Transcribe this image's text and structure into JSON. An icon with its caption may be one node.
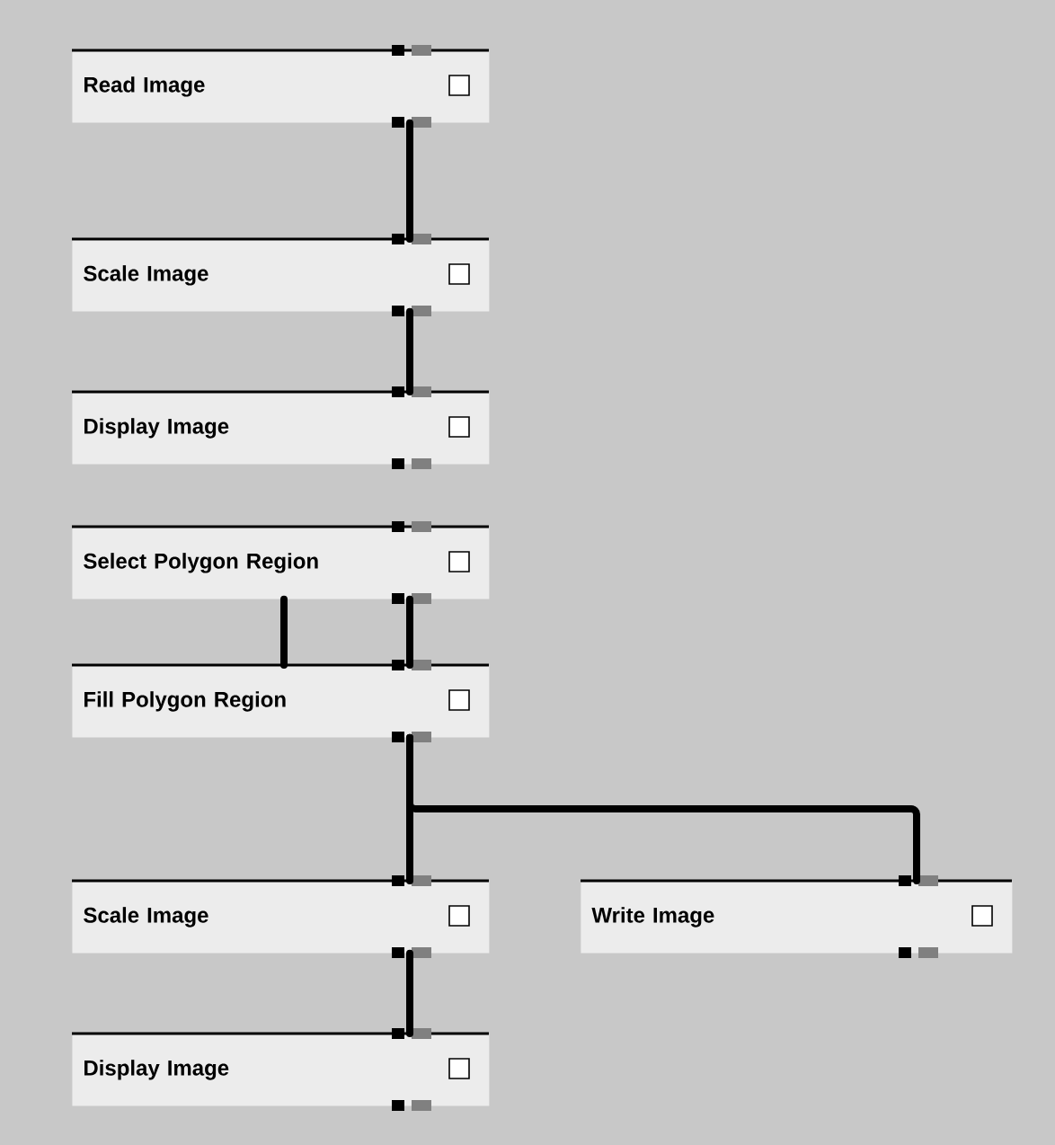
{
  "diagram": {
    "nodes": [
      {
        "text": [
          "Read Image"
        ]
      },
      {
        "text": [
          "Scale Image"
        ]
      },
      {
        "text": [
          "Display Image"
        ]
      },
      {
        "text": [
          "Select Polygon Region"
        ]
      },
      {
        "text": [
          "Fill Polygon Region"
        ]
      },
      {
        "text": [
          "Scale Image"
        ]
      },
      {
        "text": [
          "Write Image"
        ]
      },
      {
        "text": [
          "Display Image"
        ]
      }
    ],
    "edges": [
      {
        "from": 0,
        "to": 1,
        "arrow": "none"
      },
      {
        "from": 1,
        "to": 2,
        "arrow": "none"
      },
      {
        "from": 3,
        "to": 4,
        "arrow": "none"
      },
      {
        "from": 3,
        "to": 4,
        "arrow": "none"
      },
      {
        "from": 4,
        "to": 5,
        "arrow": "none"
      },
      {
        "from": 4,
        "to": 6,
        "arrow": "none"
      },
      {
        "from": 5,
        "to": 7,
        "arrow": "none"
      }
    ]
  }
}
